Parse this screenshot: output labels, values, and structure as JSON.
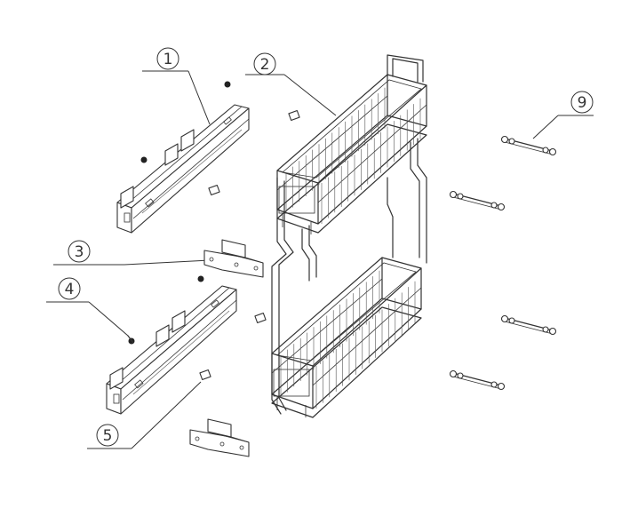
{
  "diagram": {
    "callouts": [
      {
        "id": "c1",
        "number": "1"
      },
      {
        "id": "c2",
        "number": "2"
      },
      {
        "id": "c3",
        "number": "3"
      },
      {
        "id": "c4",
        "number": "4"
      },
      {
        "id": "c5",
        "number": "5"
      },
      {
        "id": "c9",
        "number": "9"
      }
    ]
  },
  "colors": {
    "line": "#333333",
    "background": "#ffffff"
  }
}
